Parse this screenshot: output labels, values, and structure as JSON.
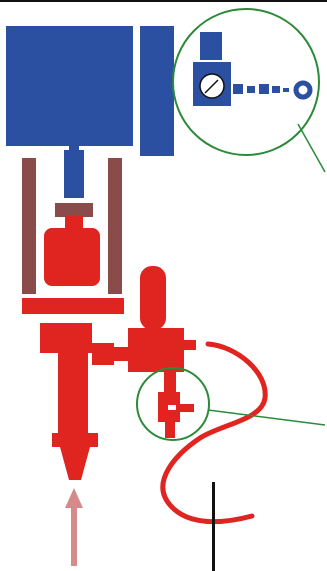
{
  "figure": {
    "components": [
      {
        "name": "motor-housing",
        "part": "blue-block"
      },
      {
        "name": "regulator-detail",
        "part": "pressure-regulator-with-gauge"
      },
      {
        "name": "guide-rods",
        "part": "brown-rails"
      },
      {
        "name": "piston-cylinder",
        "part": "red-cylinder"
      },
      {
        "name": "dispense-valve",
        "part": "red-valve-body"
      },
      {
        "name": "nozzle",
        "part": "red-nozzle"
      },
      {
        "name": "flow-arrow",
        "part": "pink-arrow"
      },
      {
        "name": "feed-hose",
        "part": "red-hose"
      },
      {
        "name": "fitting-detail",
        "part": "valve-fitting"
      }
    ]
  },
  "colors": {
    "blue": "#2b4fa1",
    "red": "#e02420",
    "brown": "#8a4b4b",
    "green": "#2c8a3a",
    "pink": "#d78a8a",
    "black": "#111111",
    "background": "#ffffff"
  }
}
